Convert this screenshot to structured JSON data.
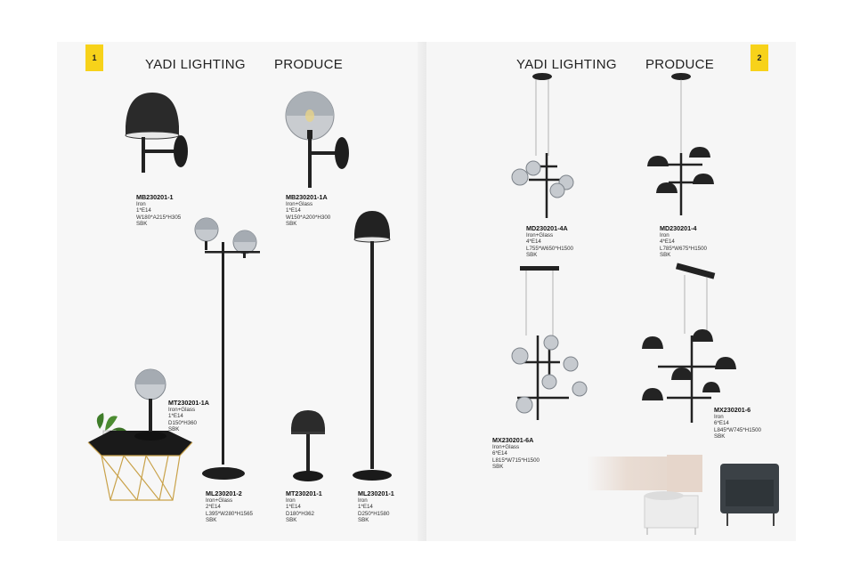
{
  "pages": {
    "left": {
      "number": "1",
      "brand": "YADI LIGHTING",
      "section": "PRODUCE"
    },
    "right": {
      "number": "2",
      "brand": "YADI LIGHTING",
      "section": "PRODUCE"
    }
  },
  "products": {
    "mb230201_1": {
      "code": "MB230201-1",
      "material": "Iron",
      "bulb": "1*E14",
      "size": "W180*A215*H305",
      "finish": "SBK"
    },
    "mb230201_1a": {
      "code": "MB230201-1A",
      "material": "Iron+Glass",
      "bulb": "1*E14",
      "size": "W150*A200*H300",
      "finish": "SBK"
    },
    "mt230201_1a": {
      "code": "MT230201-1A",
      "material": "Iron+Glass",
      "bulb": "1*E14",
      "size": "D150*H360",
      "finish": "SBK"
    },
    "ml230201_2": {
      "code": "ML230201-2",
      "material": "Iron+Glass",
      "bulb": "2*E14",
      "size": "L395*W280*H1565",
      "finish": "SBK"
    },
    "mt230201_1": {
      "code": "MT230201-1",
      "material": "Iron",
      "bulb": "1*E14",
      "size": "D180*H362",
      "finish": "SBK"
    },
    "ml230201_1": {
      "code": "ML230201-1",
      "material": "Iron",
      "bulb": "1*E14",
      "size": "D250*H1580",
      "finish": "SBK"
    },
    "md230201_4a": {
      "code": "MD230201-4A",
      "material": "Iron+Glass",
      "bulb": "4*E14",
      "size": "L755*W650*H1500",
      "finish": "SBK"
    },
    "md230201_4": {
      "code": "MD230201-4",
      "material": "Iron",
      "bulb": "4*E14",
      "size": "L785*W675*H1500",
      "finish": "SBK"
    },
    "mx230201_6a": {
      "code": "MX230201-6A",
      "material": "Iron+Glass",
      "bulb": "6*E14",
      "size": "L815*W715*H1500",
      "finish": "SBK"
    },
    "mx230201_6": {
      "code": "MX230201-6",
      "material": "Iron",
      "bulb": "6*E14",
      "size": "L845*W745*H1500",
      "finish": "SBK"
    }
  },
  "colors": {
    "page_badge": "#f7d21a",
    "fixture_black": "#1c1c1c",
    "glass_smoke": "#9aa0a6",
    "brass": "#c8a24a"
  }
}
